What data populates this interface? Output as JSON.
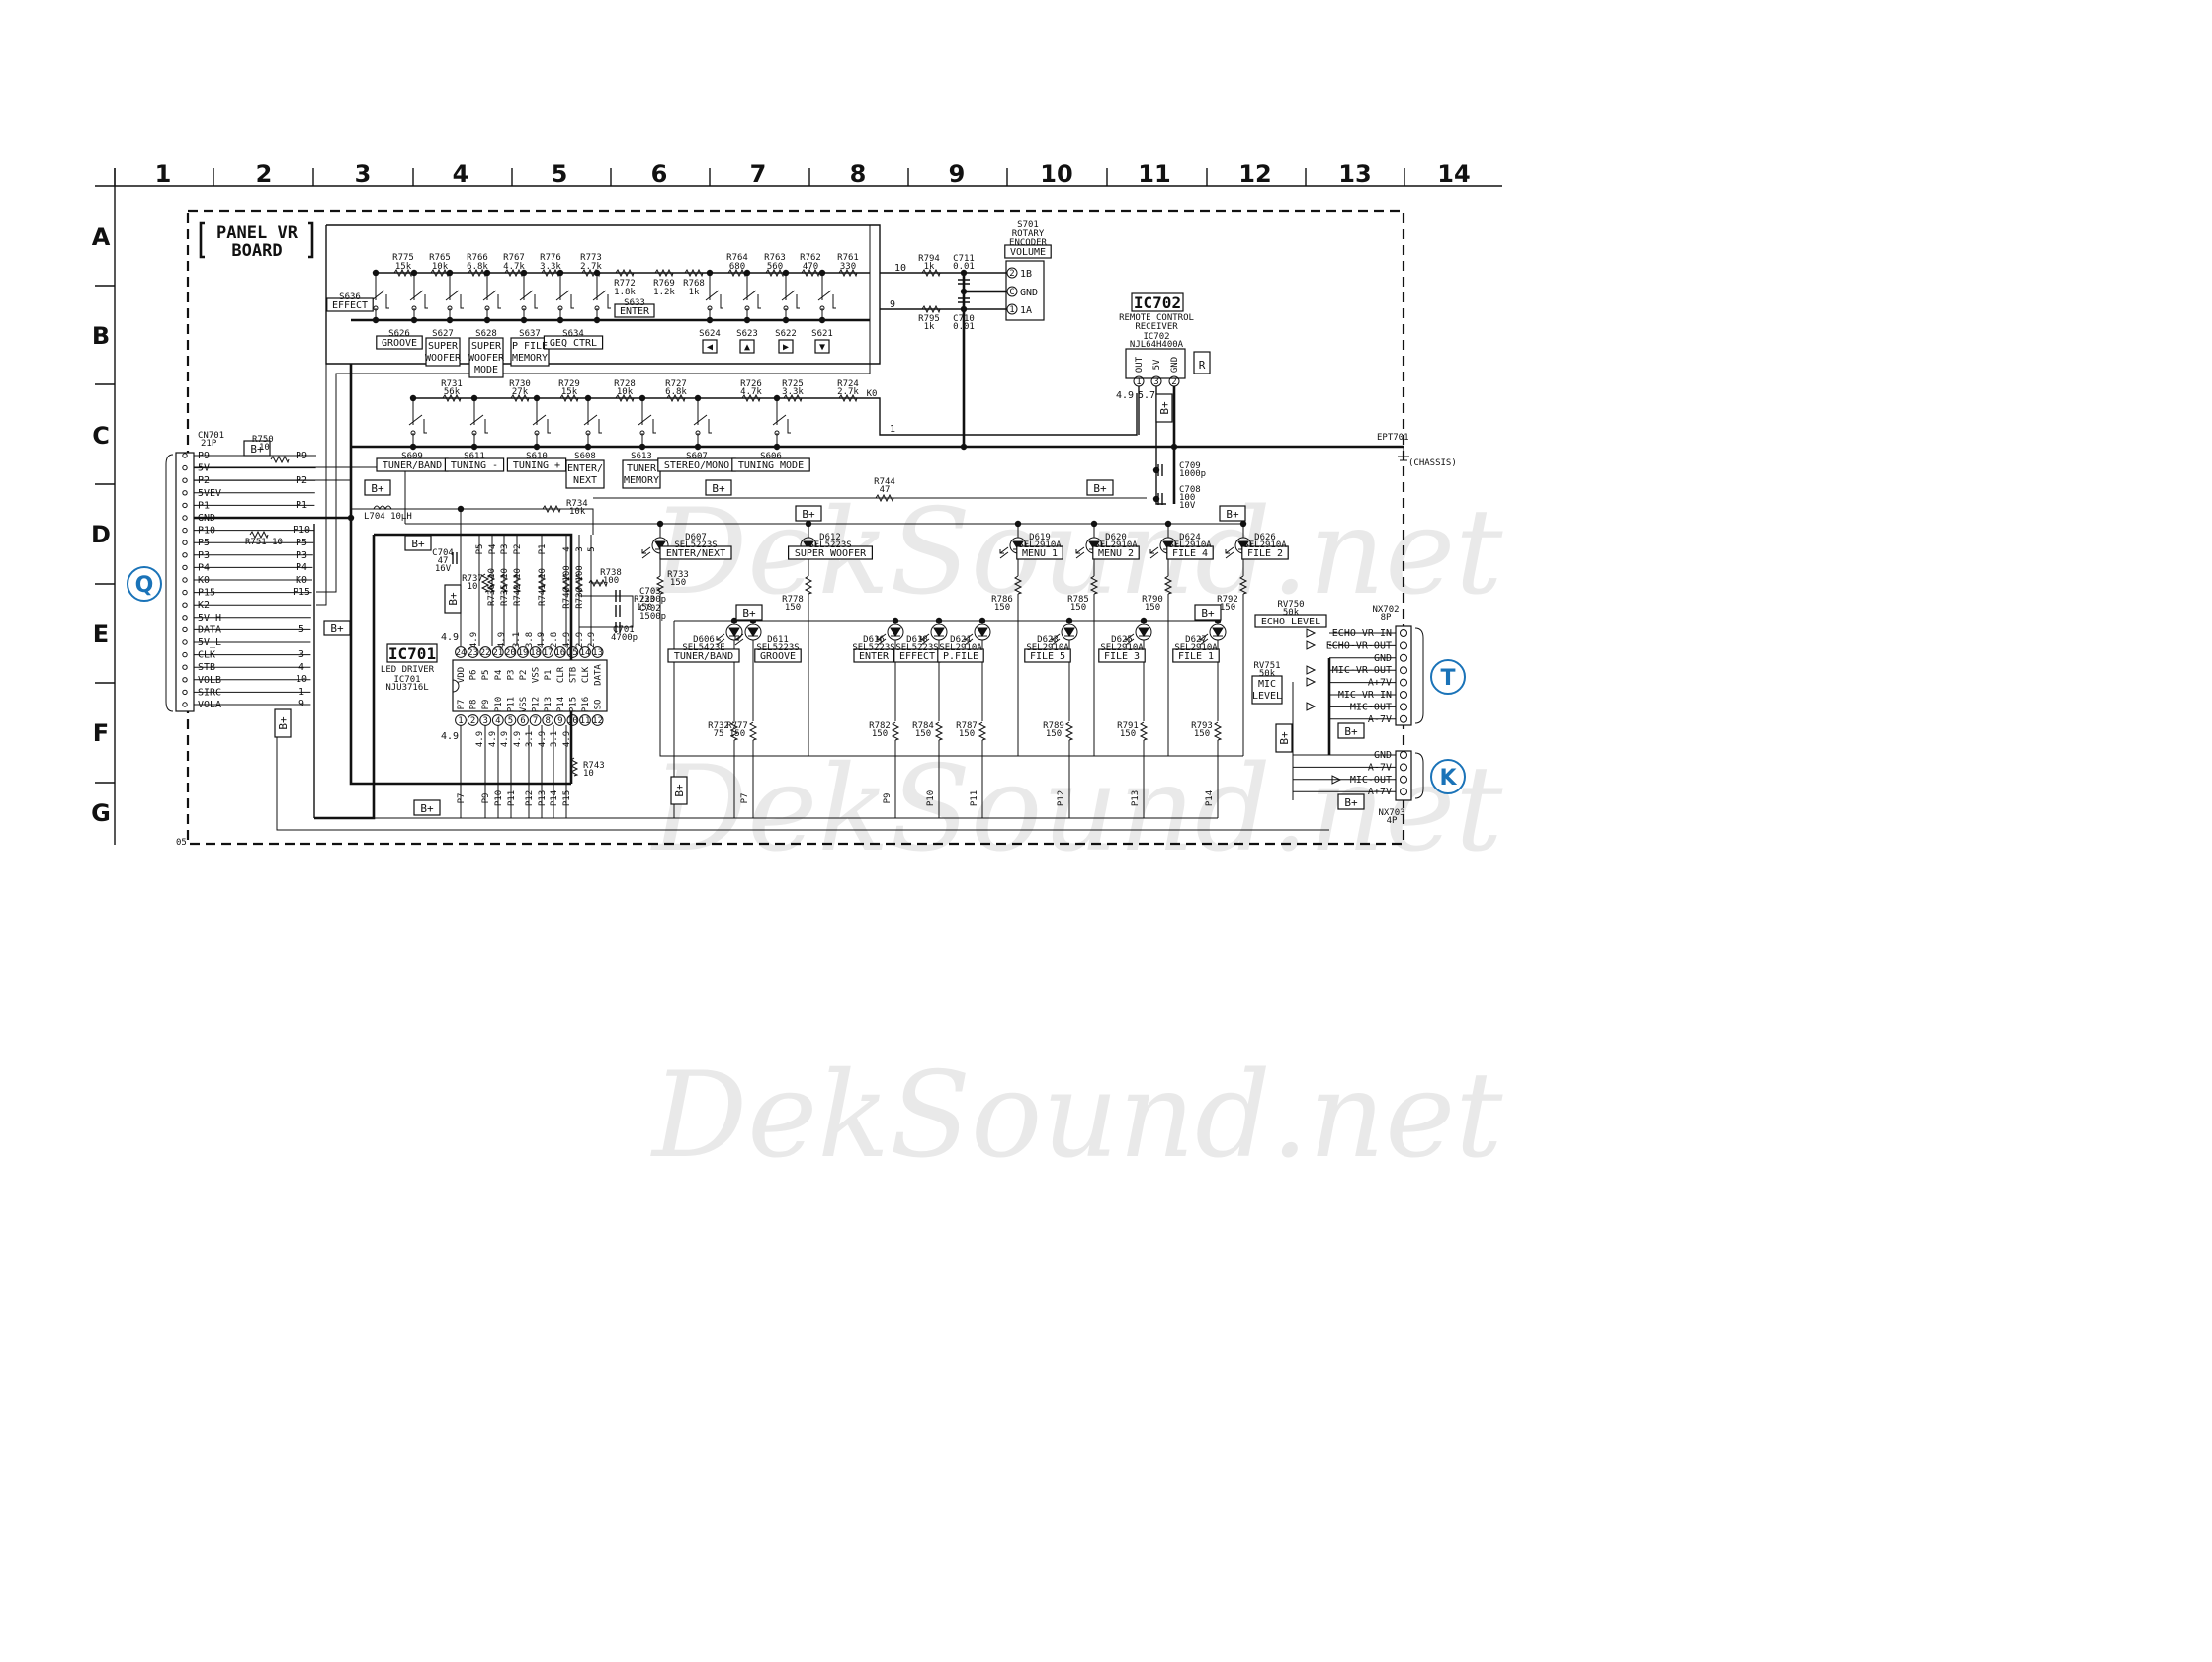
{
  "grid": {
    "columns": [
      "1",
      "2",
      "3",
      "4",
      "5",
      "6",
      "7",
      "8",
      "9",
      "10",
      "11",
      "12",
      "13",
      "14"
    ],
    "rows": [
      "A",
      "B",
      "C",
      "D",
      "E",
      "F",
      "G"
    ]
  },
  "board_title": [
    "PANEL VR",
    "BOARD"
  ],
  "sheet_code": "05",
  "watermark": [
    "DekSound.net",
    "DekSound.net",
    "DekSound.net"
  ],
  "bplus": "B+",
  "connectors": {
    "q": {
      "letter": "Q"
    },
    "t": {
      "letter": "T"
    },
    "k": {
      "letter": "K"
    },
    "cn701": {
      "name": "CN701",
      "pins": "21P",
      "labels": [
        "P9",
        "5V",
        "P2",
        "5VEV",
        "P1",
        "GND",
        "P10",
        "P5",
        "P3",
        "P4",
        "K0",
        "P15",
        "K2",
        "5V_H",
        "DATA",
        "5V_L",
        "CLK",
        "STB",
        "VOLB",
        "SIRC",
        "VOLA"
      ]
    },
    "nx702": {
      "name": "NX702",
      "pins": "8P",
      "labels": [
        "ECHO-VR-IN",
        "ECHO-VR-OUT",
        "GND",
        "MIC-VR-OUT",
        "A+7V",
        "MIC-VR-IN",
        "MIC-OUT",
        "A-7V"
      ]
    },
    "nx703": {
      "name": "NX703",
      "pins": "4P",
      "labels": [
        "GND",
        "A-7V",
        "MIC-OUT",
        "A+7V"
      ]
    },
    "ept701": {
      "name": "EPT701",
      "note": "(CHASSIS)"
    }
  },
  "wire_labels": {
    "cn_right": [
      "P9",
      "P2",
      "P1",
      "P10",
      "P5",
      "P3",
      "P4",
      "K0",
      "P15",
      "5",
      "3",
      "4",
      "10",
      "1",
      "9"
    ],
    "r750": [
      "R750",
      "10"
    ],
    "r751": "R751 10",
    "l704": "L704 10µH",
    "r734": [
      "R734",
      "10k"
    ],
    "r744": [
      "R744",
      "47"
    ],
    "k0": "K0",
    "enc_pins": [
      "10",
      "9",
      "1"
    ]
  },
  "ic701": {
    "name": "IC701",
    "desc": "LED DRIVER",
    "ref": "IC701",
    "part": "NJU3716L",
    "top_pins": [
      "24",
      "23",
      "22",
      "21",
      "20",
      "19",
      "18",
      "17",
      "16",
      "15",
      "14",
      "13"
    ],
    "top_names": [
      "VDD",
      "P6",
      "P5",
      "P4",
      "P3",
      "P2",
      "VSS",
      "P1",
      "CLR",
      "STB",
      "CLK",
      "DATA"
    ],
    "bottom_pins": [
      "1",
      "2",
      "3",
      "4",
      "5",
      "6",
      "7",
      "8",
      "9",
      "10",
      "11",
      "12"
    ],
    "bottom_names": [
      "P7",
      "P8",
      "P9",
      "P10",
      "P11",
      "VSS",
      "P12",
      "P13",
      "P14",
      "P15",
      "P16",
      "SO"
    ],
    "top_volts": [
      "4.9",
      "4.9",
      "3.1",
      "3.8",
      "4.9",
      "2.8",
      "4.9",
      "2.9",
      "2.9"
    ],
    "left_volt": "4.9",
    "bottom_volts": [
      "4.9",
      "4.9",
      "4.9",
      "4.9",
      "3.1",
      "4.9",
      "3.1",
      "4.9"
    ],
    "left_bottom_volt": "4.9",
    "bus_top": [
      "P5",
      "P4",
      "P3",
      "P2",
      "P1",
      "4",
      "3",
      "5"
    ],
    "bus_bottom": [
      "P7",
      "P9",
      "P10",
      "P11",
      "P12",
      "P13",
      "P14",
      "P15"
    ],
    "res_top": [
      "R736",
      "R735",
      "R742",
      "R741",
      "R740",
      "R739"
    ],
    "res_vals": [
      "10",
      "10",
      "10",
      "10",
      "100",
      "100"
    ]
  },
  "ic702": {
    "name": "IC702",
    "desc": [
      "REMOTE CONTROL",
      "RECEIVER"
    ],
    "ref": "IC702",
    "part": "NJL64H400A",
    "pins": [
      "OUT",
      "5V",
      "GND"
    ],
    "pin_nums": [
      "1",
      "3",
      "2"
    ],
    "volts": [
      "4.9",
      "5.7"
    ]
  },
  "caps": [
    {
      "name": "C704",
      "value": "47",
      "v": "16V"
    },
    {
      "name": "C703",
      "value": "2200p"
    },
    {
      "name": "C702",
      "value": "1500p"
    },
    {
      "name": "C701",
      "value": "4700p"
    },
    {
      "name": "C709",
      "value": "1000p"
    },
    {
      "name": "C708",
      "value": "100",
      "v": "10V"
    },
    {
      "name": "C711",
      "value": "0.01"
    },
    {
      "name": "C710",
      "value": "0.01"
    }
  ],
  "encoder": {
    "name": "S701",
    "desc": [
      "ROTARY",
      "ENCODER"
    ],
    "label": "VOLUME",
    "pins": [
      "1B",
      "GND",
      "1A"
    ],
    "pin_nums": [
      "2",
      "C",
      "1"
    ],
    "r794": [
      "R794",
      "1k"
    ],
    "r795": [
      "R795",
      "1k"
    ]
  },
  "ladder_a": {
    "resistors": [
      {
        "name": "R775",
        "value": "15k"
      },
      {
        "name": "R765",
        "value": "10k"
      },
      {
        "name": "R766",
        "value": "6.8k"
      },
      {
        "name": "R767",
        "value": "4.7k"
      },
      {
        "name": "R776",
        "value": "3.3k"
      },
      {
        "name": "R773",
        "value": "2.7k"
      },
      {
        "name": "R772",
        "value": "1.8k"
      },
      {
        "name": "R769",
        "value": "1.2k"
      },
      {
        "name": "R768",
        "value": "1k"
      },
      {
        "name": "R764",
        "value": "680"
      },
      {
        "name": "R763",
        "value": "560"
      },
      {
        "name": "R762",
        "value": "470"
      },
      {
        "name": "R761",
        "value": "330"
      }
    ],
    "switches": [
      {
        "name": "S636",
        "label": "EFFECT"
      },
      {
        "name": "S626",
        "label": "GROOVE"
      },
      {
        "name": "S627",
        "label": "SUPER WOOFER"
      },
      {
        "name": "S628",
        "label": "SUPER WOOFER MODE"
      },
      {
        "name": "S637",
        "label": "P FILE MEMORY"
      },
      {
        "name": "S634",
        "label": "GEQ CTRL"
      },
      {
        "name": "S633",
        "label": "ENTER"
      },
      {
        "name": "S624",
        "label": "◀"
      },
      {
        "name": "S623",
        "label": "▲"
      },
      {
        "name": "S622",
        "label": "▶"
      },
      {
        "name": "S621",
        "label": "▼"
      }
    ]
  },
  "ladder_c": {
    "resistors": [
      {
        "name": "R731",
        "value": "56k"
      },
      {
        "name": "R730",
        "value": "27k"
      },
      {
        "name": "R729",
        "value": "15k"
      },
      {
        "name": "R728",
        "value": "10k"
      },
      {
        "name": "R727",
        "value": "6.8k"
      },
      {
        "name": "R726",
        "value": "4.7k"
      },
      {
        "name": "R725",
        "value": "3.3k"
      },
      {
        "name": "R724",
        "value": "2.7k"
      }
    ],
    "switches": [
      {
        "name": "S609",
        "label": "TUNER/BAND"
      },
      {
        "name": "S611",
        "label": "TUNING -"
      },
      {
        "name": "S610",
        "label": "TUNING +"
      },
      {
        "name": "S608",
        "label": "ENTER/ NEXT"
      },
      {
        "name": "S613",
        "label": "TUNER MEMORY"
      },
      {
        "name": "S607",
        "label": "STEREO/MONO"
      },
      {
        "name": "S606",
        "label": "TUNING MODE"
      }
    ]
  },
  "leds_d": [
    {
      "name": "D607",
      "part": "SEL5223S",
      "label": "ENTER/NEXT",
      "r": "R733",
      "rv": "150"
    },
    {
      "name": "D612",
      "part": "SEL5223S",
      "label": "SUPER WOOFER",
      "r": "R778",
      "rv": "150"
    },
    {
      "name": "D619",
      "part": "SEL2910A",
      "label": "MENU 1",
      "r": "R786",
      "rv": "150"
    },
    {
      "name": "D620",
      "part": "SEL2910A",
      "label": "MENU 2",
      "r": "R785",
      "rv": "150"
    },
    {
      "name": "D624",
      "part": "SEL2910A",
      "label": "FILE 4",
      "r": "R790",
      "rv": "150"
    },
    {
      "name": "D626",
      "part": "SEL2910A",
      "label": "FILE 2",
      "r": "R792",
      "rv": "150"
    }
  ],
  "leds_e": [
    {
      "name": "D606",
      "part": "SEL5423E",
      "label": "TUNER/BAND",
      "r": "R732",
      "rv": "75"
    },
    {
      "name": "D611",
      "part": "SEL5223S",
      "label": "GROOVE",
      "r": "R777",
      "rv": "150"
    },
    {
      "name": "D616",
      "part": "SEL5223S",
      "label": "ENTER",
      "r": "R782",
      "rv": "150"
    },
    {
      "name": "D618",
      "part": "SEL5223S",
      "label": "EFFECT",
      "r": "R784",
      "rv": "150"
    },
    {
      "name": "D621",
      "part": "SEL2910A",
      "label": "P.FILE",
      "r": "R787",
      "rv": "150"
    },
    {
      "name": "D623",
      "part": "SEL2910A",
      "label": "FILE 5",
      "r": "R789",
      "rv": "150"
    },
    {
      "name": "D625",
      "part": "SEL2910A",
      "label": "FILE 3",
      "r": "R791",
      "rv": "150"
    },
    {
      "name": "D627",
      "part": "SEL2910A",
      "label": "FILE 1",
      "r": "R793",
      "rv": "150"
    }
  ],
  "led_nets": [
    "P7",
    "P9",
    "P10",
    "P11",
    "P12",
    "P13",
    "P14"
  ],
  "r738": [
    "R738",
    "100"
  ],
  "r743": [
    "R743",
    "10"
  ],
  "rv750": {
    "name": "RV750",
    "value": "50k",
    "label": "ECHO LEVEL"
  },
  "rv751": {
    "name": "RV751",
    "value": "50k",
    "label": "MIC LEVEL"
  }
}
